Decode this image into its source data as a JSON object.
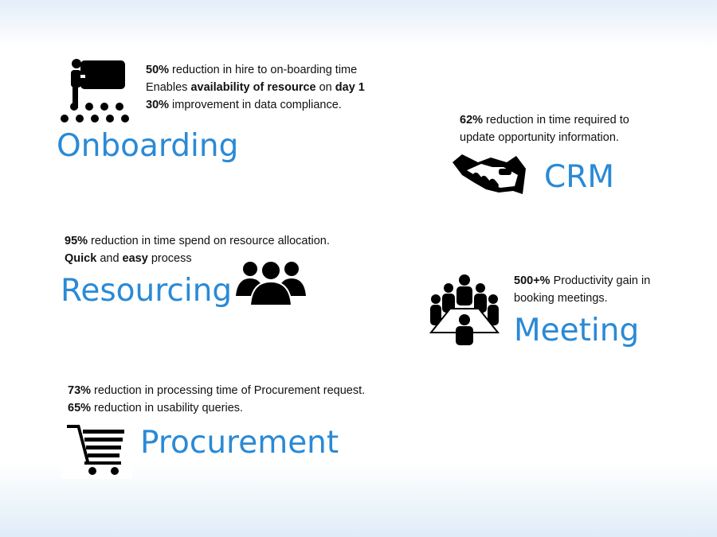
{
  "sections": {
    "onboarding": {
      "title": "Onboarding",
      "icon": "presentation-audience-icon",
      "lines": [
        [
          {
            "b": "50%"
          },
          {
            "t": " reduction in hire to on-boarding time"
          }
        ],
        [
          {
            "t": "Enables "
          },
          {
            "b": "availability of resource"
          },
          {
            "t": " on "
          },
          {
            "b": "day 1"
          }
        ],
        [
          {
            "b": "30%"
          },
          {
            "t": " improvement in data compliance."
          }
        ]
      ]
    },
    "crm": {
      "title": "CRM",
      "icon": "handshake-icon",
      "lines": [
        [
          {
            "b": "62%"
          },
          {
            "t": " reduction in time required to"
          }
        ],
        [
          {
            "t": "update opportunity information."
          }
        ]
      ]
    },
    "resourcing": {
      "title": "Resourcing",
      "icon": "people-group-icon",
      "lines": [
        [
          {
            "b": "95%"
          },
          {
            "t": " reduction in time spend on resource allocation."
          }
        ],
        [
          {
            "b": "Quick"
          },
          {
            "t": " and "
          },
          {
            "b": "easy"
          },
          {
            "t": " process"
          }
        ]
      ]
    },
    "meeting": {
      "title": "Meeting",
      "icon": "meeting-table-icon",
      "lines": [
        [
          {
            "b": "500+%"
          },
          {
            "t": " Productivity gain in"
          }
        ],
        [
          {
            "t": "booking meetings."
          }
        ]
      ]
    },
    "procurement": {
      "title": "Procurement",
      "icon": "shopping-cart-icon",
      "lines": [
        [
          {
            "b": "73%"
          },
          {
            "t": " reduction in processing time of Procurement request."
          }
        ],
        [
          {
            "b": "65%"
          },
          {
            "t": " reduction in usability queries."
          }
        ]
      ]
    }
  },
  "colors": {
    "title": "#2a8ad6",
    "text": "#111111"
  }
}
